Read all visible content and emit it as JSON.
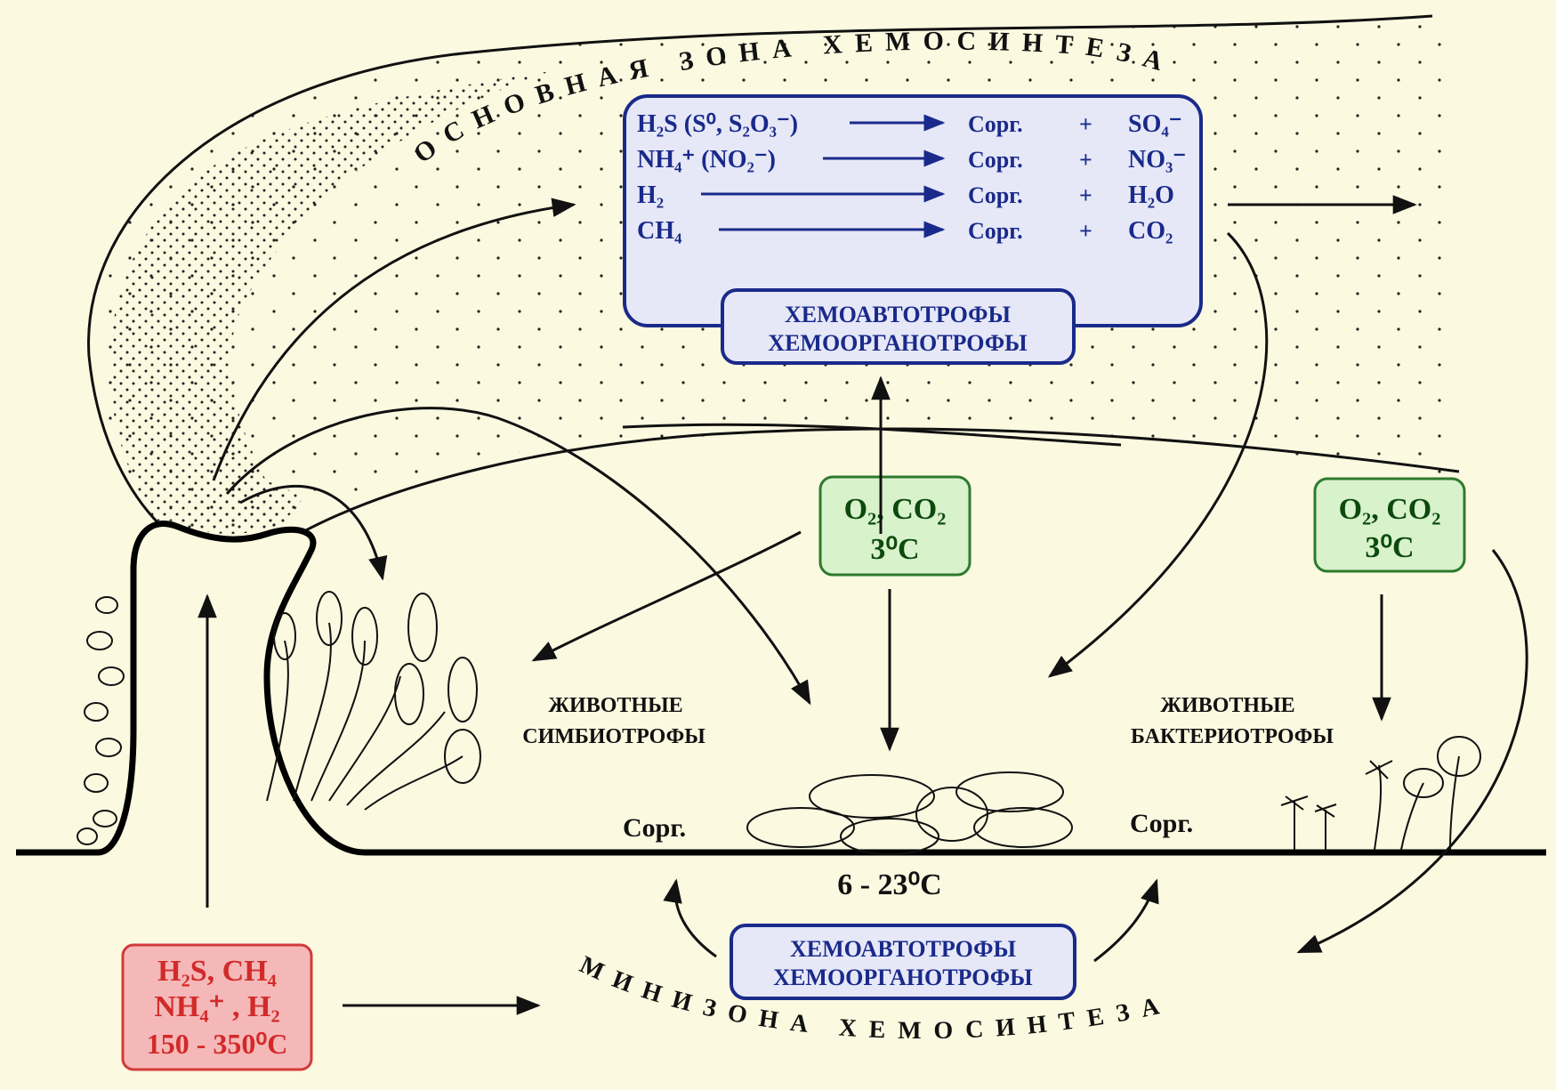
{
  "zone_top": "ОСНОВНАЯ ЗОНА ХЕМОСИНТЕЗА",
  "zone_bottom": "МИНИЗОНА ХЕМОСИНТЕЗА",
  "reactions": [
    {
      "left": "H₂S (S⁰, S₂O₃⁻)",
      "product": "Cорг.",
      "plus": "+",
      "right": "SO₄⁻"
    },
    {
      "left": "NH₄⁺ (NO₂⁻)",
      "product": "Cорг.",
      "plus": "+",
      "right": "NO₃⁻"
    },
    {
      "left": "H₂",
      "product": "Cорг.",
      "plus": "+",
      "right": "H₂O"
    },
    {
      "left": "CH₄",
      "product": "Cорг.",
      "plus": "+",
      "right": "CO₂"
    }
  ],
  "chemo_top": [
    "ХЕМОАВТОТРОФЫ",
    "ХЕМООРГАНОТРОФЫ"
  ],
  "chemo_bottom": [
    "ХЕМОАВТОТРОФЫ",
    "ХЕМООРГАНОТРОФЫ"
  ],
  "oxygen_left": [
    "O₂, CO₂",
    "3⁰C"
  ],
  "oxygen_right": [
    "O₂, CO₂",
    "3⁰C"
  ],
  "animals_left": [
    "ЖИВОТНЫЕ",
    "СИМБИОТРОФЫ"
  ],
  "animals_right": [
    "ЖИВОТНЫЕ",
    "БАКТЕРИОТРОФЫ"
  ],
  "corg_left": "Cорг.",
  "corg_right": "Cорг.",
  "temp_floor": "6 - 23⁰C",
  "source": [
    "H₂S, CH₄",
    "NH₄⁺ ,  H₂",
    "150 - 350⁰C"
  ],
  "colors": {
    "background": "#fbf9e0",
    "blue_box_fill": "#e6e8f8",
    "blue_box_stroke": "#1a2a8a",
    "green_box_fill": "#d8f2cc",
    "green_box_stroke": "#2e7a2e",
    "red_box_fill": "#f5b8b8",
    "red_box_stroke": "#d23a3a"
  }
}
